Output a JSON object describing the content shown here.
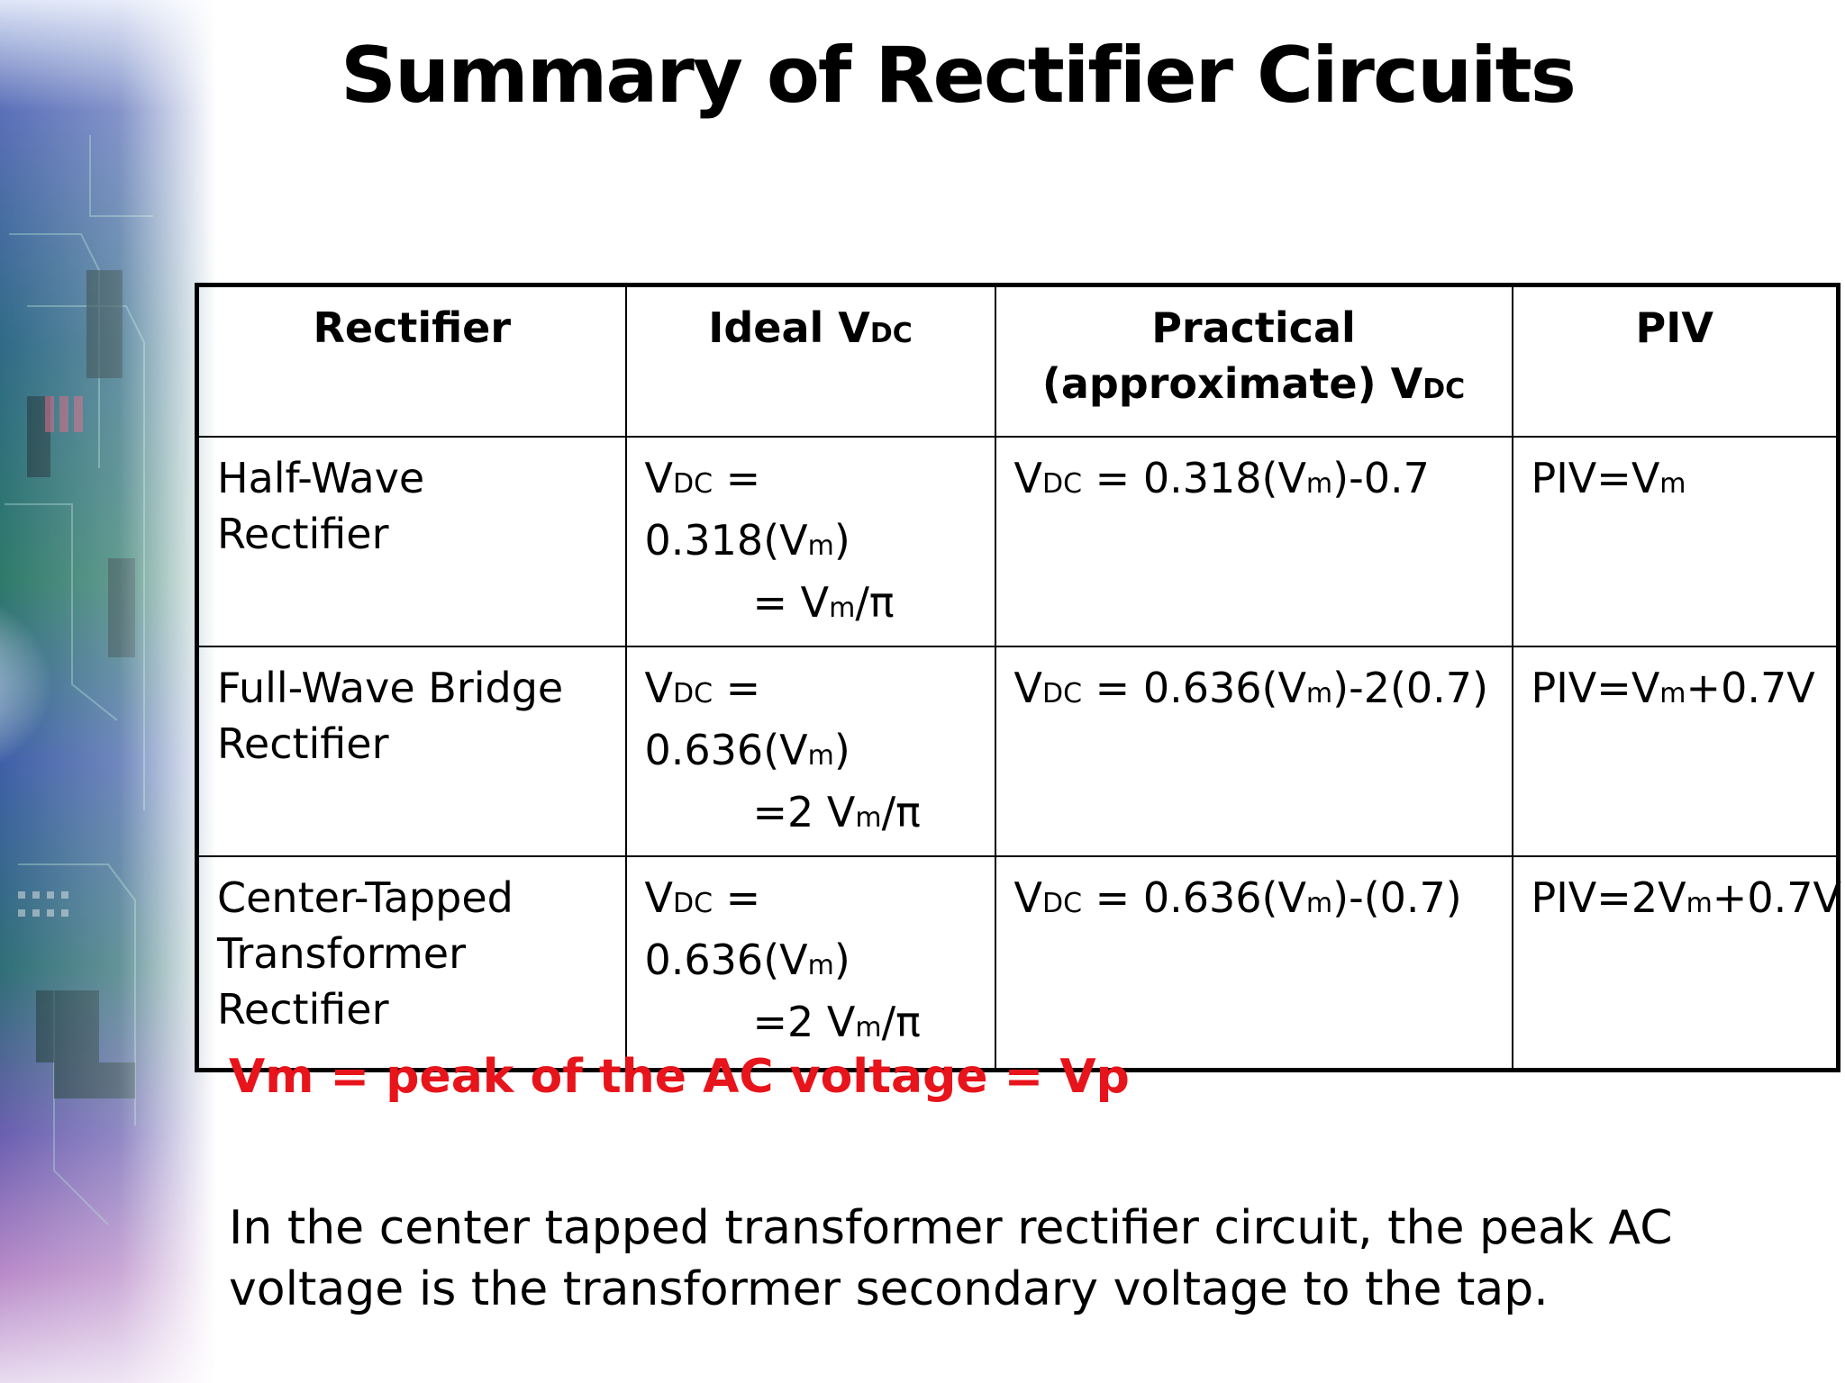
{
  "slide": {
    "title": "Summary of Rectifier Circuits"
  },
  "table": {
    "headers": {
      "rectifier": "Rectifier",
      "ideal_prefix": "Ideal V",
      "ideal_sub": "DC",
      "practical_line1": "Practical",
      "practical_line2_prefix": "(approximate) V",
      "practical_sub": "DC",
      "piv": "PIV"
    },
    "rows": [
      {
        "rectifier_line1": "Half-Wave",
        "rectifier_line2": "Rectifier",
        "rectifier_line3": "",
        "ideal_line1": {
          "v": "V",
          "dc": "DC",
          "a": " = 0.318(V",
          "m": "m",
          "b": ")"
        },
        "ideal_line2": {
          "a": "= V",
          "m": "m",
          "b": "/π"
        },
        "practical": {
          "v": "V",
          "dc": "DC",
          "a": " = 0.318(V",
          "m": "m",
          "b": ")-0.7"
        },
        "piv": {
          "a": "PIV=V",
          "m": "m",
          "b": ""
        }
      },
      {
        "rectifier_line1": "Full-Wave Bridge",
        "rectifier_line2": "Rectifier",
        "rectifier_line3": "",
        "ideal_line1": {
          "v": "V",
          "dc": "DC",
          "a": " = 0.636(V",
          "m": "m",
          "b": ")"
        },
        "ideal_line2": {
          "a": "=2 V",
          "m": "m",
          "b": "/π"
        },
        "practical": {
          "v": "V",
          "dc": "DC",
          "a": " = 0.636(V",
          "m": "m",
          "b": ")-2(0.7)"
        },
        "piv": {
          "a": "PIV=V",
          "m": "m",
          "b": "+0.7V"
        }
      },
      {
        "rectifier_line1": "Center-Tapped",
        "rectifier_line2": "Transformer",
        "rectifier_line3": "Rectifier",
        "ideal_line1": {
          "v": "V",
          "dc": "DC",
          "a": " = 0.636(V",
          "m": "m",
          "b": ")"
        },
        "ideal_line2": {
          "a": "=2 V",
          "m": "m",
          "b": "/π"
        },
        "practical": {
          "v": "V",
          "dc": "DC",
          "a": " = 0.636(V",
          "m": "m",
          "b": ")-(0.7)"
        },
        "piv": {
          "a": "PIV=2V",
          "m": "m",
          "b": "+0.7V"
        }
      }
    ]
  },
  "notes": {
    "definition": "Vm = peak of the AC voltage = Vp",
    "explanation": "In the center tapped transformer rectifier circuit, the peak AC voltage is the transformer secondary voltage to the tap."
  },
  "colors": {
    "definition_text": "#e8141b",
    "body_text": "#000000",
    "background": "#ffffff"
  }
}
